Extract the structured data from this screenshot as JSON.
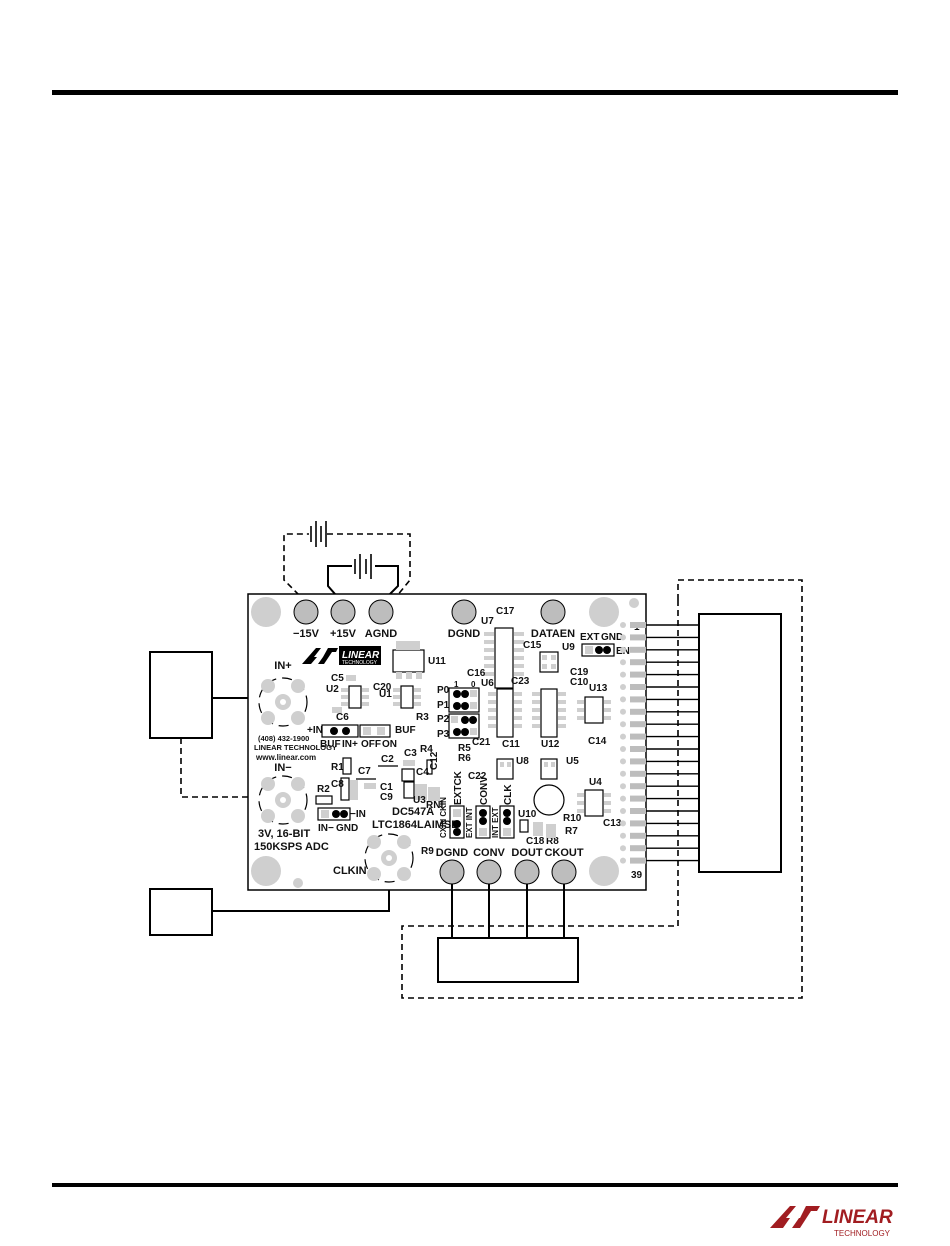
{
  "board": {
    "power_terminals": [
      "−15V",
      "+15V",
      "AGND"
    ],
    "top_terminals": [
      "DGND",
      "DATAEN"
    ],
    "bottom_terminals": [
      "DGND",
      "CONV",
      "DOUT",
      "CKOUT"
    ],
    "input_labels": {
      "in_plus": "IN+",
      "in_minus": "IN−",
      "clkin": "CLKIN"
    },
    "logo": "LINEAR",
    "logo_sub": "TECHNOLOGY",
    "phone": "(408) 432-1900",
    "company": "LINEAR TECHNOLOGY",
    "website": "www.linear.com",
    "spec_line1": "3V, 16-BIT",
    "spec_line2": "150KSPS ADC",
    "board_id": "DC547A",
    "part_number": "LTC1864LAIMSB",
    "connector_first_pin": "1",
    "connector_last_pin": "39",
    "jumper_labels": {
      "in_plus_sel": "+IN",
      "buf": "BUF",
      "buf_in": "IN+",
      "off": "OFF",
      "on": "ON",
      "buf2": "BUF",
      "neg_in": "−IN",
      "in_minus_gnd_a": "IN−",
      "in_minus_gnd_b": "GND",
      "ext": "EXT",
      "gnd": "GND",
      "en": "EN",
      "p0": "P0",
      "p1": "P1",
      "p2": "P2",
      "p3": "P3",
      "one": "1",
      "zero": "0",
      "extck": "EXTCK",
      "conv": "CONV",
      "clk": "CLK",
      "cxin_ckin": "CXIN CKIN",
      "ext_int": "EXT INT",
      "int_ext": "INT EXT",
      "rni": "RNI"
    },
    "ref_designators": [
      "U11",
      "U2",
      "U1",
      "C5",
      "C20",
      "R3",
      "C6",
      "R4",
      "C2",
      "C3",
      "C7",
      "C4",
      "C12",
      "U3",
      "R1",
      "C8",
      "C1",
      "C9",
      "R2",
      "C17",
      "U7",
      "C15",
      "U9",
      "C16",
      "U6",
      "C23",
      "C19",
      "C10",
      "C21",
      "U12",
      "C11",
      "R5",
      "R6",
      "C22",
      "U8",
      "U5",
      "U13",
      "C14",
      "U4",
      "C13",
      "U10",
      "R10",
      "C18",
      "R8",
      "R7",
      "R9"
    ]
  }
}
